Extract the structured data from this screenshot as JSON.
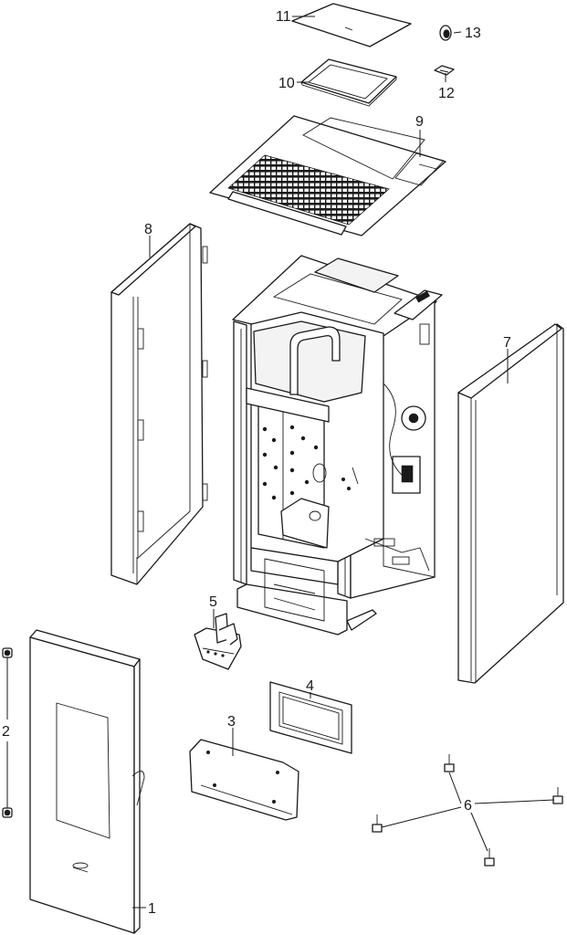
{
  "callouts": {
    "c1": "1",
    "c2": "2",
    "c3": "3",
    "c4": "4",
    "c5": "5",
    "c6": "6",
    "c7": "7",
    "c8": "8",
    "c9": "9",
    "c10": "10",
    "c11": "11",
    "c12": "12",
    "c13": "13"
  },
  "colors": {
    "line": "#1a1a1a",
    "fill": "#ffffff",
    "background": "#ffffff"
  }
}
